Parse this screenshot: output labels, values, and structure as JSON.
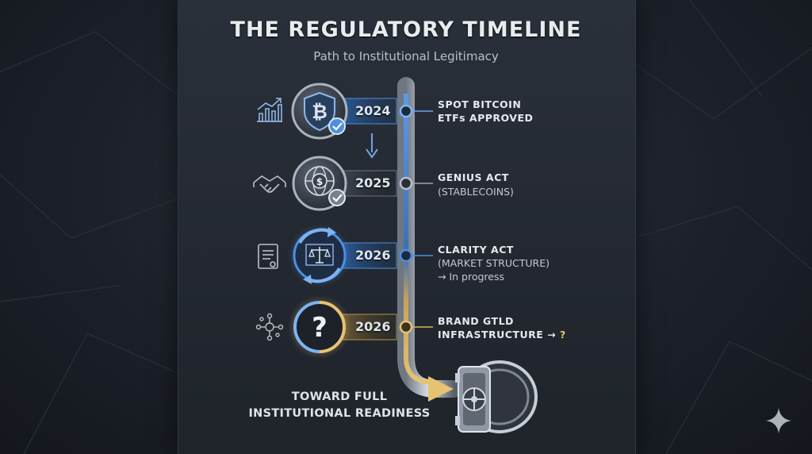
{
  "header": {
    "title": "THE REGULATORY TIMELINE",
    "subtitle": "Path to Institutional Legitimacy"
  },
  "milestones": [
    {
      "year": "2024",
      "title": "SPOT BITCOIN",
      "title2": "ETFs APPROVED",
      "note": "",
      "status": "approved",
      "badge_icon": "bitcoin-shield-icon",
      "side_icon": "growth-chart-icon",
      "accent": "#6fa6e6"
    },
    {
      "year": "2025",
      "title": "GENIUS ACT",
      "title2": "",
      "note": "(STABLECOINS)",
      "status": "approved",
      "badge_icon": "globe-dollar-icon",
      "side_icon": "handshake-icon",
      "accent": "#a9b1bc"
    },
    {
      "year": "2026",
      "title": "CLARITY ACT",
      "title2": "",
      "note": "(MARKET STRUCTURE)",
      "note2": "→ In progress",
      "status": "in-progress",
      "badge_icon": "scales-icon",
      "side_icon": "document-icon",
      "accent": "#4d8fe0"
    },
    {
      "year": "2026",
      "title": "BRAND GTLD",
      "title2": "INFRASTRUCTURE →",
      "title2_suffix": "?",
      "status": "unknown",
      "badge_icon": "question-icon",
      "side_icon": "network-icon",
      "accent": "#d9b25e"
    }
  ],
  "footer": {
    "line1": "TOWARD FULL",
    "line2": "INSTITUTIONAL READINESS",
    "icon": "vault-icon"
  },
  "colors": {
    "blue": "#4d8fe0",
    "gold": "#d9b25e",
    "silver": "#b8c0ca"
  }
}
